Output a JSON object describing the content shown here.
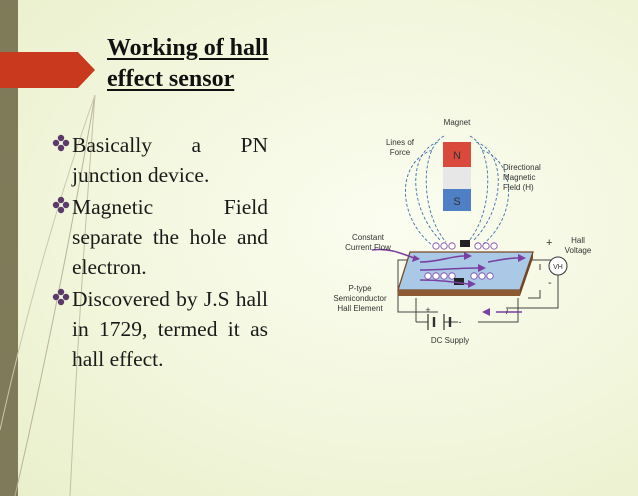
{
  "slide": {
    "title_line1": "Working of hall",
    "title_line2": "effect sensor",
    "bullets": [
      {
        "text": "Basically a PN junction device."
      },
      {
        "text": "Magnetic Field separate the hole and electron."
      },
      {
        "text": "Discovered by J.S hall in 1729, termed it as hall effect."
      }
    ]
  },
  "diagram": {
    "magnet_label": "Magnet",
    "north_label": "N",
    "south_label": "S",
    "lines_of_force_line1": "Lines of",
    "lines_of_force_line2": "Force",
    "directional_line1": "Directional",
    "directional_line2": "Magnetic",
    "directional_line3": "Field (H)",
    "constant_line1": "Constant",
    "constant_line2": "Current Flow",
    "ptype_line1": "P-type",
    "ptype_line2": "Semiconductor",
    "ptype_line3": "Hall Element",
    "hall_line1": "Hall",
    "hall_line2": "Voltage",
    "plus_sign": "+",
    "minus_sign": "-",
    "meter_label": "VH",
    "supply_plus": "+",
    "supply_minus": "-",
    "current_label": "i",
    "supply_label": "DC Supply"
  },
  "colors": {
    "accent_red": "#c8391d",
    "band": "#7f7b58",
    "magnet_north": "#d94a3c",
    "magnet_south": "#4f7fc4",
    "current_arrows": "#7a3fa0",
    "field_lines": "#3e6fb0"
  }
}
